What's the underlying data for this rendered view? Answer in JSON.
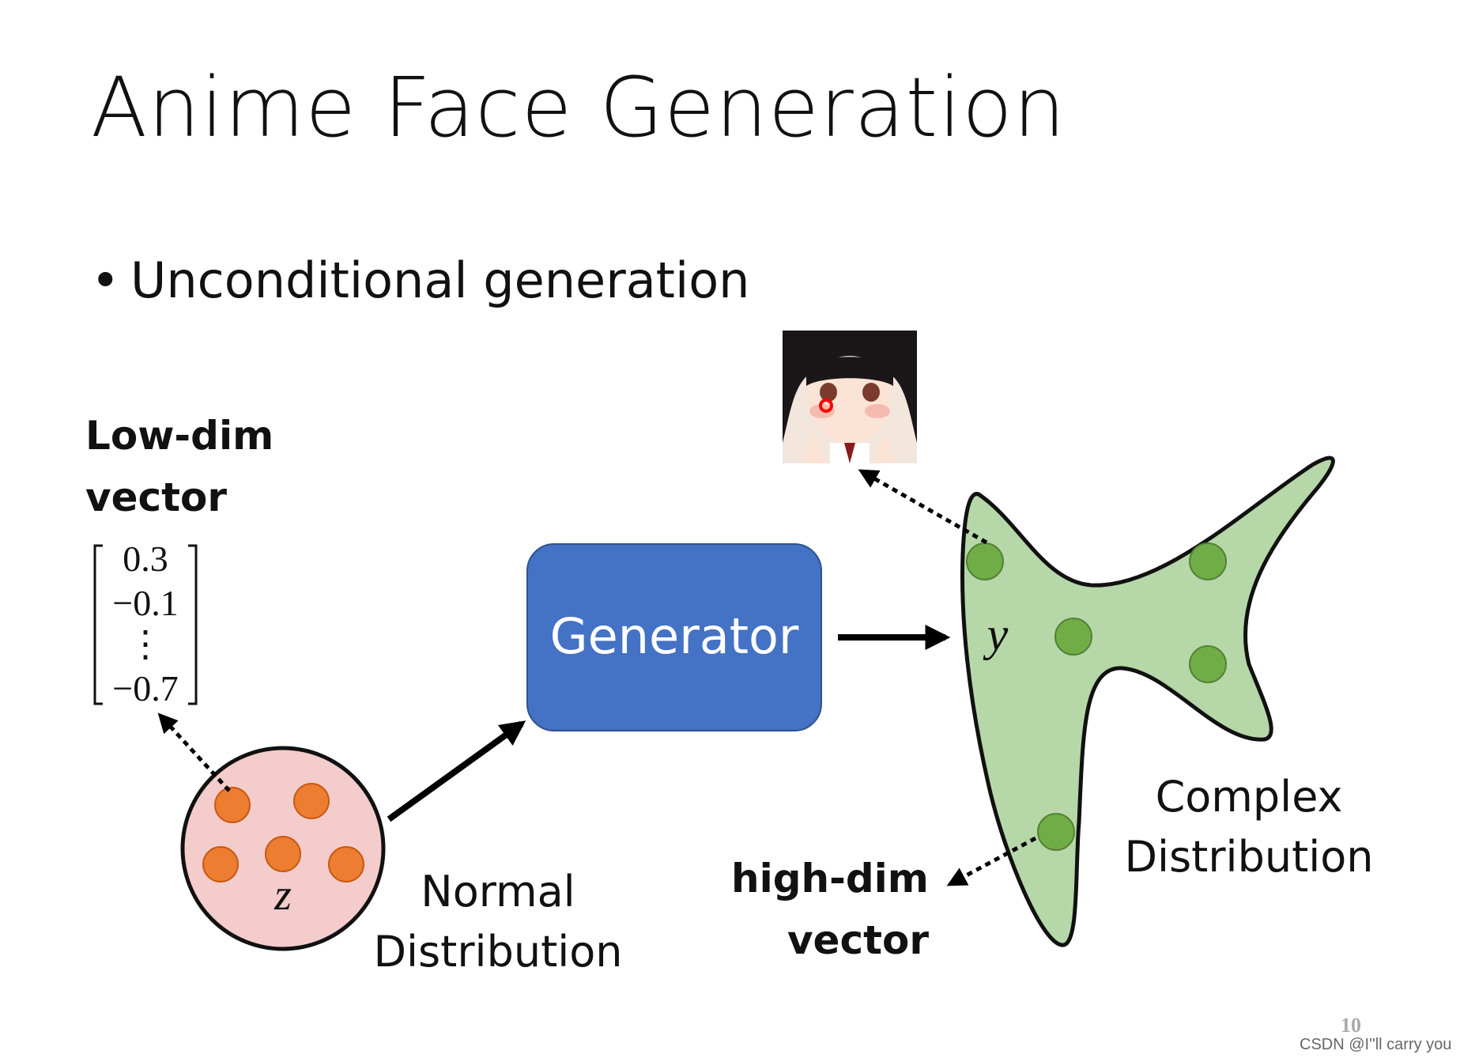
{
  "title": "Anime Face Generation",
  "bullet": "Unconditional generation",
  "low_dim": {
    "line1": "Low-dim",
    "line2": "vector",
    "values": [
      "0.3",
      "−0.1",
      "⋮",
      "−0.7"
    ]
  },
  "generator_label": "Generator",
  "z_symbol": "z",
  "y_symbol": "y",
  "normal_dist": {
    "line1": "Normal",
    "line2": "Distribution"
  },
  "complex_dist": {
    "line1": "Complex",
    "line2": "Distribution"
  },
  "high_dim": {
    "line1": "high-dim",
    "line2": "vector"
  },
  "page_number": "10",
  "watermark": "CSDN @I''ll carry you",
  "colors": {
    "generator_fill": "#4472c4",
    "normal_fill": "#f4cccc",
    "normal_dots": "#ed7d31",
    "complex_fill": "#b6d7a8",
    "complex_dots": "#70ad47"
  },
  "icons": {
    "anime_face": "anime-face-image",
    "cursor_marker": "red-ring-marker"
  }
}
